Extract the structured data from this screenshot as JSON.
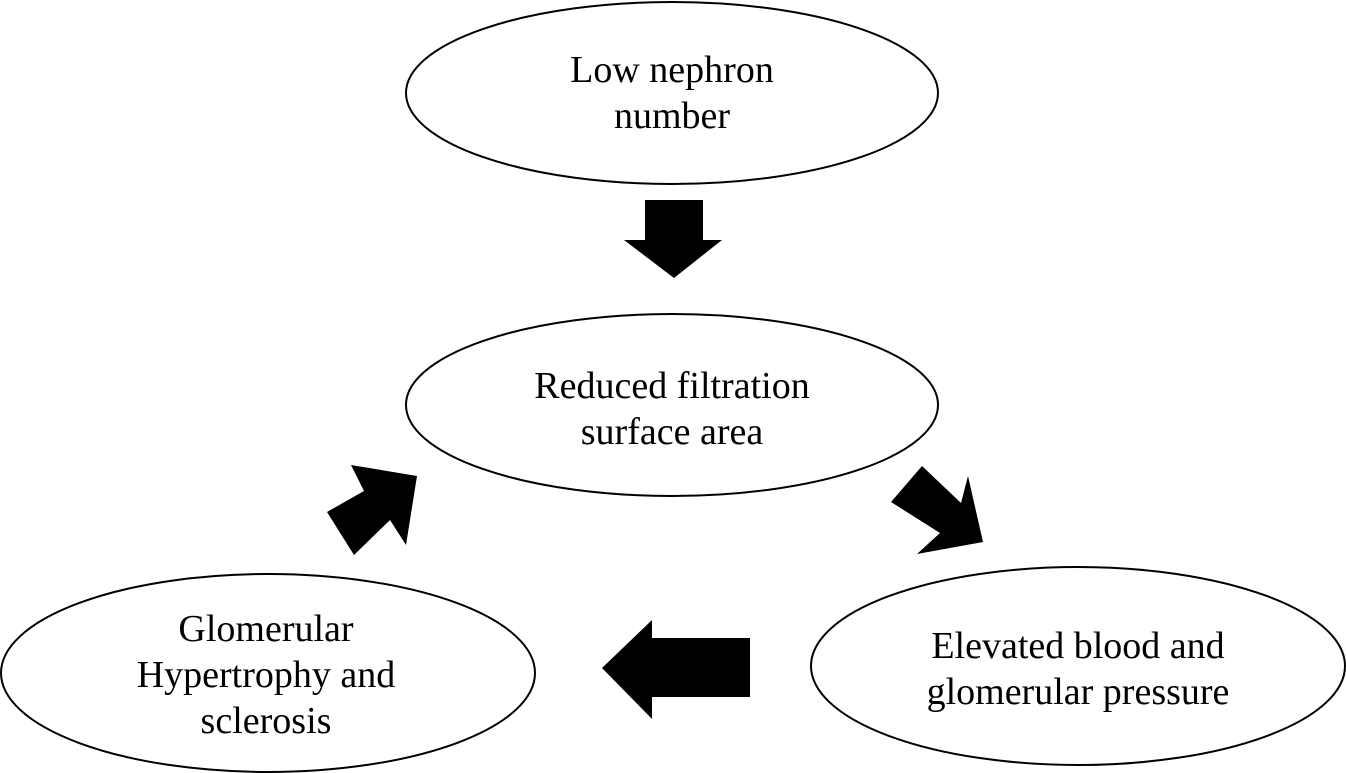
{
  "nodes": {
    "low_nephron": {
      "lines": [
        "Low nephron",
        "number"
      ]
    },
    "reduced_filtration": {
      "lines": [
        "Reduced filtration",
        "surface area"
      ]
    },
    "elevated_pressure": {
      "lines": [
        "Elevated blood and",
        "glomerular pressure"
      ]
    },
    "glomerular_hypertrophy": {
      "lines": [
        "Glomerular",
        "Hypertrophy and",
        "sclerosis"
      ]
    }
  },
  "arrows": [
    {
      "from": "low_nephron",
      "to": "reduced_filtration",
      "direction": "down"
    },
    {
      "from": "reduced_filtration",
      "to": "elevated_pressure",
      "direction": "down-right"
    },
    {
      "from": "elevated_pressure",
      "to": "glomerular_hypertrophy",
      "direction": "left"
    },
    {
      "from": "glomerular_hypertrophy",
      "to": "reduced_filtration",
      "direction": "up-right"
    }
  ],
  "colors": {
    "background": "#ffffff",
    "stroke": "#000000",
    "arrow": "#000000"
  }
}
